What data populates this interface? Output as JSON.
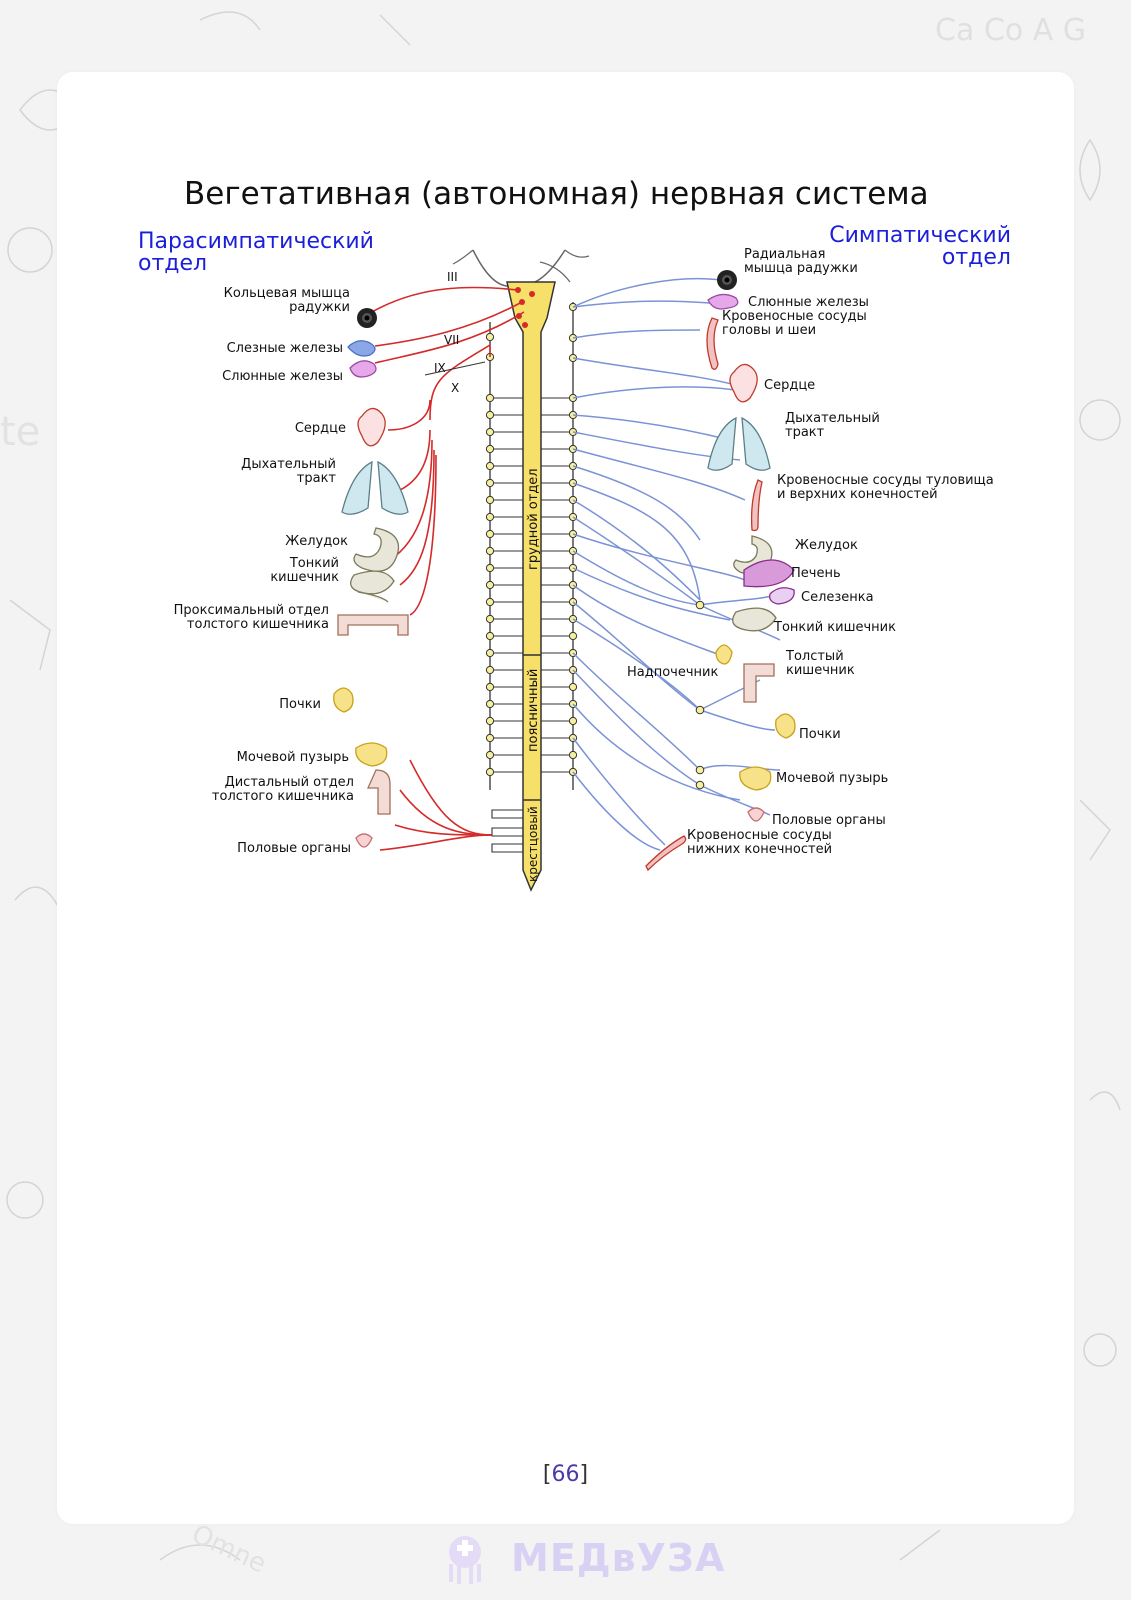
{
  "title": "Вегетативная (автономная) нервная система",
  "parasympathetic": {
    "heading_line1": "Парасимпатический",
    "heading_line2": "отдел",
    "nerves": [
      "III",
      "VII",
      "IX",
      "X"
    ],
    "labels": [
      [
        "Кольцевая мышца",
        "радужки"
      ],
      [
        "Слезные железы"
      ],
      [
        "Слюнные железы"
      ],
      [
        "Сердце"
      ],
      [
        "Дыхательный",
        "тракт"
      ],
      [
        "Желудок"
      ],
      [
        "Тонкий",
        "кишечник"
      ],
      [
        "Проксимальный отдел",
        "толстого кишечника"
      ],
      [
        "Почки"
      ],
      [
        "Мочевой пузырь"
      ],
      [
        "Дистальный отдел",
        "толстого кишечника"
      ],
      [
        "Половые органы"
      ]
    ]
  },
  "sympathetic": {
    "heading_line1": "Симпатический",
    "heading_line2": "отдел",
    "labels": [
      [
        "Радиальная",
        "мышца радужки"
      ],
      [
        "Слюнные железы"
      ],
      [
        "Кровеносные сосуды",
        "головы и шеи"
      ],
      [
        "Сердце"
      ],
      [
        "Дыхательный",
        "тракт"
      ],
      [
        "Кровеносные сосуды туловища",
        "и верхних конечностей"
      ],
      [
        "Желудок"
      ],
      [
        "Печень"
      ],
      [
        "Селезенка"
      ],
      [
        "Тонкий кишечник"
      ],
      [
        "Надпочечник"
      ],
      [
        "Толстый",
        "кишечник"
      ],
      [
        "Почки"
      ],
      [
        "Мочевой пузырь"
      ],
      [
        "Половые органы"
      ],
      [
        "Кровеносные сосуды",
        "нижних конечностей"
      ]
    ]
  },
  "spine_regions": [
    "грудной отдел",
    "поясничный",
    "крестцовый"
  ],
  "page_number": "66",
  "footer_logo": "МЕДвУЗА",
  "colors": {
    "parasympathetic": "#d42a2a",
    "sympathetic": "#7b93d6",
    "heading_blue": "#1c1fd8",
    "spine_fill": "#f7e06a",
    "page_number": "#4a3aa8"
  }
}
